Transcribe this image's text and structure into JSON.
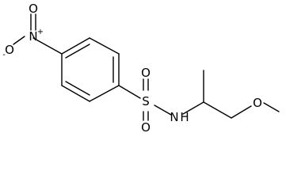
{
  "molecule": {
    "atoms": {
      "nitro_o_top": "O",
      "nitro_n": "N",
      "nitro_n_charge": "+",
      "nitro_o_left": "O",
      "nitro_o_left_charge": "-",
      "sulfonyl_o_top": "O",
      "sulfur": "S",
      "sulfonyl_o_bottom": "O",
      "amide_n": "N",
      "amide_h": "H",
      "ether_o": "O"
    }
  }
}
